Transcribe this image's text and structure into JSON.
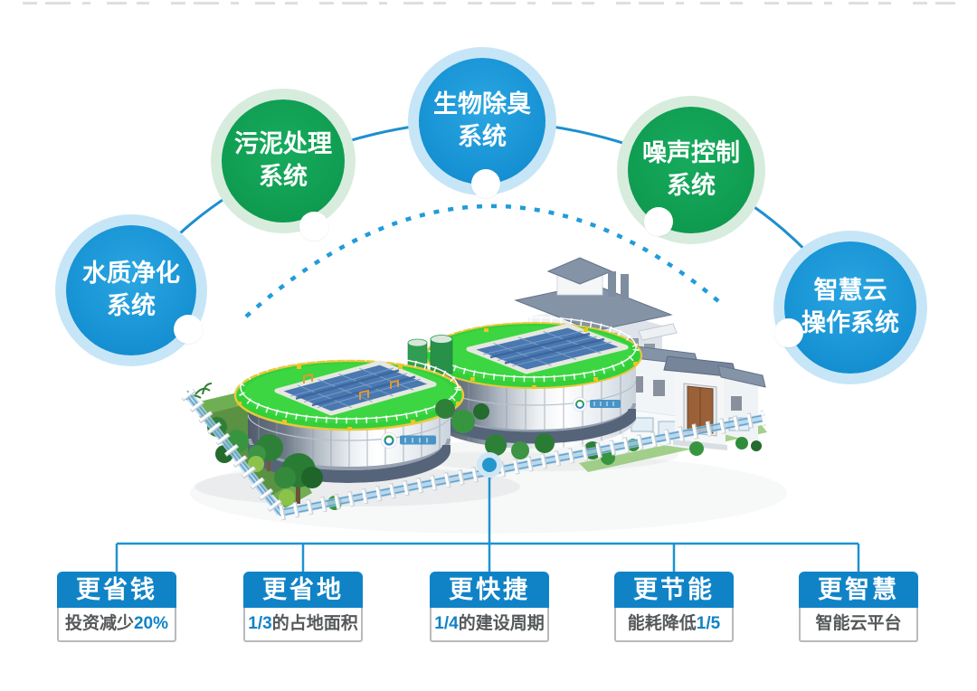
{
  "palette": {
    "circle_blue": "#1691d3",
    "circle_blue_ring": "#c6e6f7",
    "circle_green": "#0f9c50",
    "circle_green_ring": "#d7ecdd",
    "connector_blue": "#1d93d2",
    "feature_header_bg": "#1083c7",
    "feature_border": "#b7babd",
    "feature_text": "#55585a",
    "feature_highlight": "#1083c7",
    "tank_top_green": "#33d03a",
    "pool_blue": "#4a78b0"
  },
  "systems": [
    {
      "line1": "水质净化",
      "line2": "系统",
      "color": "blue"
    },
    {
      "line1": "污泥处理",
      "line2": "系统",
      "color": "green"
    },
    {
      "line1": "生物除臭",
      "line2": "系统",
      "color": "blue"
    },
    {
      "line1": "噪声控制",
      "line2": "系统",
      "color": "green"
    },
    {
      "line1": "智慧云",
      "line2": "操作系统",
      "color": "blue"
    }
  ],
  "features": [
    {
      "title": "更省钱",
      "desc_prefix": "投资减少",
      "desc_highlight": "20%",
      "desc_suffix": ""
    },
    {
      "title": "更省地",
      "desc_prefix": "",
      "desc_highlight": "1/3",
      "desc_suffix": "的占地面积"
    },
    {
      "title": "更快捷",
      "desc_prefix": "",
      "desc_highlight": "1/4",
      "desc_suffix": "的建设周期"
    },
    {
      "title": "更节能",
      "desc_prefix": "能耗降低",
      "desc_highlight": "1/5",
      "desc_suffix": ""
    },
    {
      "title": "更智慧",
      "desc_prefix": "智能云平台",
      "desc_highlight": "",
      "desc_suffix": ""
    }
  ]
}
